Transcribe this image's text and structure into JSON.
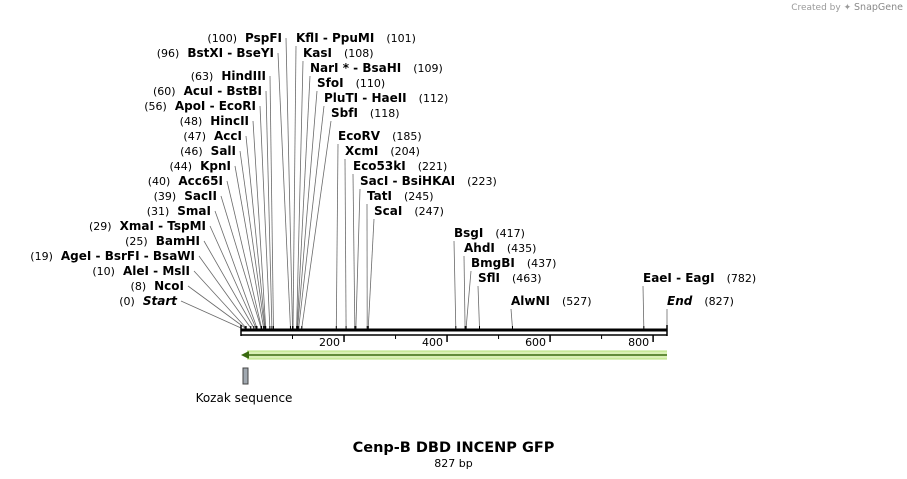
{
  "credit": {
    "prefix": "Created by",
    "brand": "SnapGene"
  },
  "title": "Cenp-B DBD INCENP GFP",
  "subtitle": "827 bp",
  "length": 827,
  "axis_ticks": [
    "200",
    "400",
    "600",
    "800"
  ],
  "features": [
    {
      "name": "Kozak sequence",
      "start": 0,
      "end": 9,
      "color": "#a0a8b0"
    },
    {
      "name": "",
      "start": 0,
      "end": 827,
      "color": "#b7e27b",
      "direction": "reverse"
    }
  ],
  "sites": [
    {
      "pos": 0,
      "pos_label": "(0)",
      "names": [
        "Start"
      ],
      "italic": true
    },
    {
      "pos": 8,
      "pos_label": "(8)",
      "names": [
        "NcoI"
      ]
    },
    {
      "pos": 10,
      "pos_label": "(10)",
      "names": [
        "AleI",
        "MslI"
      ]
    },
    {
      "pos": 19,
      "pos_label": "(19)",
      "names": [
        "AgeI",
        "BsrFI",
        "BsaWI"
      ]
    },
    {
      "pos": 25,
      "pos_label": "(25)",
      "names": [
        "BamHI"
      ]
    },
    {
      "pos": 29,
      "pos_label": "(29)",
      "names": [
        "XmaI",
        "TspMI"
      ]
    },
    {
      "pos": 31,
      "pos_label": "(31)",
      "names": [
        "SmaI"
      ]
    },
    {
      "pos": 39,
      "pos_label": "(39)",
      "names": [
        "SacII"
      ]
    },
    {
      "pos": 40,
      "pos_label": "(40)",
      "names": [
        "Acc65I"
      ]
    },
    {
      "pos": 44,
      "pos_label": "(44)",
      "names": [
        "KpnI"
      ]
    },
    {
      "pos": 46,
      "pos_label": "(46)",
      "names": [
        "SalI"
      ]
    },
    {
      "pos": 47,
      "pos_label": "(47)",
      "names": [
        "AccI"
      ]
    },
    {
      "pos": 48,
      "pos_label": "(48)",
      "names": [
        "HincII"
      ]
    },
    {
      "pos": 56,
      "pos_label": "(56)",
      "names": [
        "ApoI",
        "EcoRI"
      ]
    },
    {
      "pos": 60,
      "pos_label": "(60)",
      "names": [
        "AcuI",
        "BstBI"
      ]
    },
    {
      "pos": 63,
      "pos_label": "(63)",
      "names": [
        "HindIII"
      ]
    },
    {
      "pos": 96,
      "pos_label": "(96)",
      "names": [
        "BstXI",
        "BseYI"
      ]
    },
    {
      "pos": 100,
      "pos_label": "(100)",
      "names": [
        "PspFI"
      ]
    },
    {
      "pos": 101,
      "pos_label": "(101)",
      "names": [
        "KflI",
        "PpuMI"
      ]
    },
    {
      "pos": 108,
      "pos_label": "(108)",
      "names": [
        "KasI"
      ]
    },
    {
      "pos": 109,
      "pos_label": "(109)",
      "names": [
        "NarI *",
        "BsaHI"
      ]
    },
    {
      "pos": 110,
      "pos_label": "(110)",
      "names": [
        "SfoI"
      ]
    },
    {
      "pos": 112,
      "pos_label": "(112)",
      "names": [
        "PluTI",
        "HaeII"
      ]
    },
    {
      "pos": 118,
      "pos_label": "(118)",
      "names": [
        "SbfI"
      ]
    },
    {
      "pos": 185,
      "pos_label": "(185)",
      "names": [
        "EcoRV"
      ]
    },
    {
      "pos": 204,
      "pos_label": "(204)",
      "names": [
        "XcmI"
      ]
    },
    {
      "pos": 221,
      "pos_label": "(221)",
      "names": [
        "Eco53kI"
      ]
    },
    {
      "pos": 223,
      "pos_label": "(223)",
      "names": [
        "SacI",
        "BsiHKAI"
      ]
    },
    {
      "pos": 245,
      "pos_label": "(245)",
      "names": [
        "TatI"
      ]
    },
    {
      "pos": 247,
      "pos_label": "(247)",
      "names": [
        "ScaI"
      ]
    },
    {
      "pos": 417,
      "pos_label": "(417)",
      "names": [
        "BsgI"
      ]
    },
    {
      "pos": 435,
      "pos_label": "(435)",
      "names": [
        "AhdI"
      ]
    },
    {
      "pos": 437,
      "pos_label": "(437)",
      "names": [
        "BmgBI"
      ]
    },
    {
      "pos": 463,
      "pos_label": "(463)",
      "names": [
        "SflI"
      ]
    },
    {
      "pos": 527,
      "pos_label": "(527)",
      "names": [
        "AlwNI"
      ]
    },
    {
      "pos": 782,
      "pos_label": "(782)",
      "names": [
        "EaeI",
        "EagI"
      ]
    },
    {
      "pos": 827,
      "pos_label": "(827)",
      "names": [
        "End"
      ],
      "italic": true
    }
  ]
}
